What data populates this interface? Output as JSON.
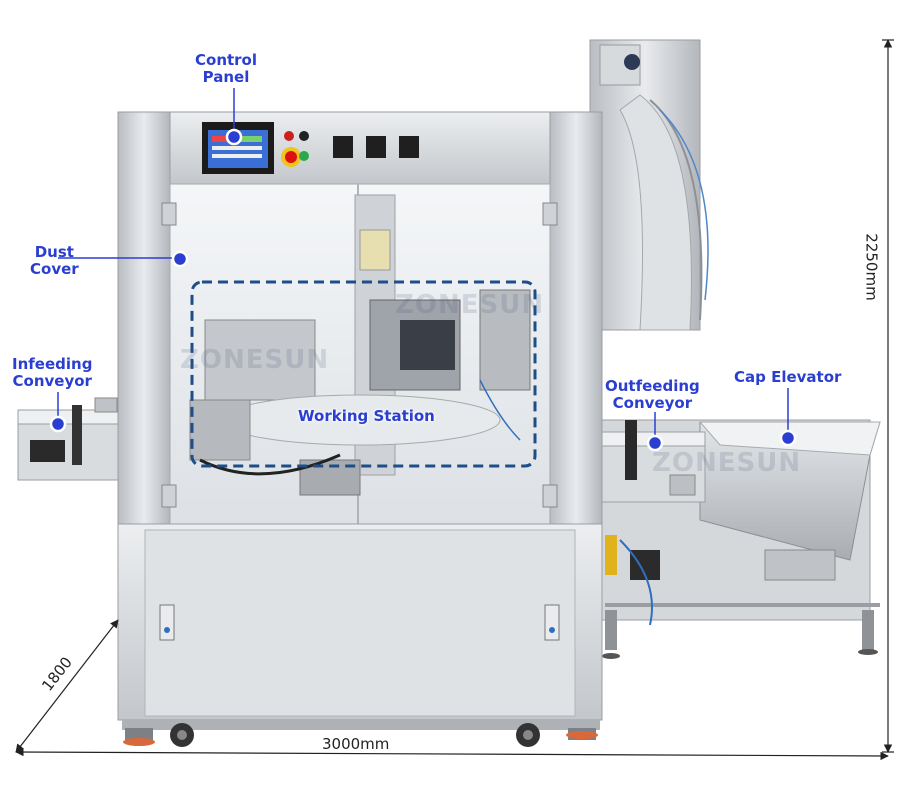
{
  "callouts": {
    "control_panel": "Control\nPanel",
    "dust_cover": "Dust\nCover",
    "infeeding_conveyor": "Infeeding\nConveyor",
    "working_station": "Working Station",
    "outfeeding_conveyor": "Outfeeding\nConveyor",
    "cap_elevator": "Cap Elevator"
  },
  "dimensions": {
    "height": "2250mm",
    "width": "3000mm",
    "depth": "1800"
  },
  "watermark": "ZONESUN",
  "colors": {
    "callout_text": "#2a3fd1",
    "working_box": "#1d4e89",
    "steel": "#c9ccd0",
    "screen_blue": "#3a6fd6"
  }
}
